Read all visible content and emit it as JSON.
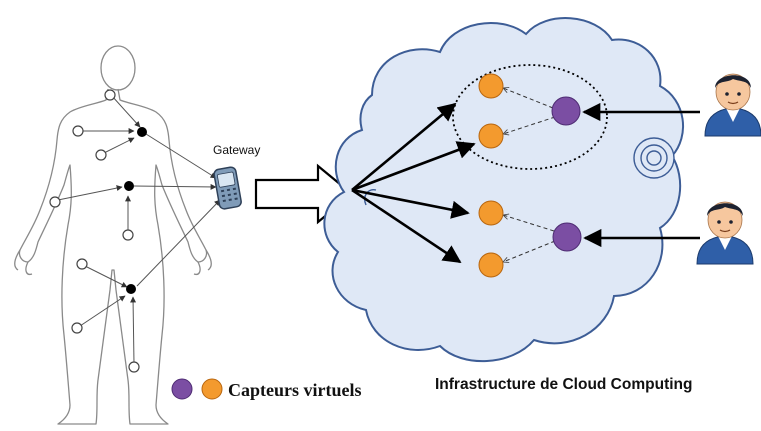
{
  "labels": {
    "gateway": "Gateway",
    "legend": "Capteurs virtuels",
    "caption": "Infrastructure de Cloud Computing"
  },
  "colors": {
    "virtual_sensor_orange": "#f39a2e",
    "virtual_sensor_purple": "#7b4ea3",
    "cloud_fill": "#dfe8f6",
    "cloud_stroke": "#3d5d96",
    "body_stroke": "#8a8a8a",
    "arrow": "#000000",
    "user_shirt": "#2f5fa8",
    "user_skin": "#f6c79e",
    "user_hair": "#1d2230"
  },
  "icons": {
    "gateway_device": "mobile-phone-icon",
    "user": "user-avatar-icon",
    "network": "concentric-circles-icon"
  }
}
